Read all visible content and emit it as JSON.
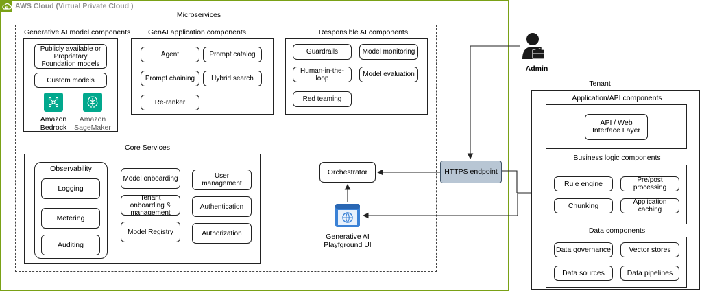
{
  "aws": {
    "title": "AWS Cloud (Virtual Private Cloud )"
  },
  "microservices": {
    "title": "Microservices",
    "genai_model": {
      "title": "Generative AI model components",
      "foundation": "Publicly available or Proprietary Foundation models",
      "custom": "Custom models",
      "bedrock": "Amazon Bedrock",
      "sagemaker": "Amazon SageMaker"
    },
    "genai_app": {
      "title": "GenAI application components",
      "agent": "Agent",
      "prompt_catalog": "Prompt catalog",
      "prompt_chaining": "Prompt chaining",
      "hybrid_search": "Hybrid search",
      "reranker": "Re-ranker"
    },
    "responsible": {
      "title": "Responsible AI components",
      "guardrails": "Guardrails",
      "model_monitoring": "Model monitoring",
      "human_loop": "Human-in-the-loop",
      "model_evaluation": "Model evaluation",
      "red_teaming": "Red teaming"
    },
    "core": {
      "title": "Core Services",
      "observability": "Observability",
      "logging": "Logging",
      "metering": "Metering",
      "auditing": "Auditing",
      "model_onboarding": "Model onboarding",
      "tenant_onboarding": "Tenant onboarding & management",
      "model_registry": "Model Registry",
      "user_management": "User management",
      "authentication": "Authentication",
      "authorization": "Authorization"
    }
  },
  "orchestrator": "Orchestrator",
  "playground": "Generative AI Playfground UI",
  "https_endpoint": "HTTPS endpoint",
  "admin": "Admin",
  "tenant": {
    "title": "Tenant",
    "app_api": {
      "title": "Application/API components",
      "api_layer": "API / Web Interface Layer"
    },
    "business": {
      "title": "Business logic components",
      "rule_engine": "Rule engine",
      "prepost": "Pre/post processing",
      "chunking": "Chunking",
      "app_caching": "Application caching"
    },
    "data": {
      "title": "Data components",
      "governance": "Data governance",
      "vector_stores": "Vector stores",
      "sources": "Data sources",
      "pipelines": "Data pipelines"
    }
  },
  "colors": {
    "aws_green": "#7AA116",
    "bedrock": "#01A88D",
    "sagemaker": "#01A88D",
    "https_fill": "#b8c6d4",
    "playground_blue": "#3b82d6"
  }
}
